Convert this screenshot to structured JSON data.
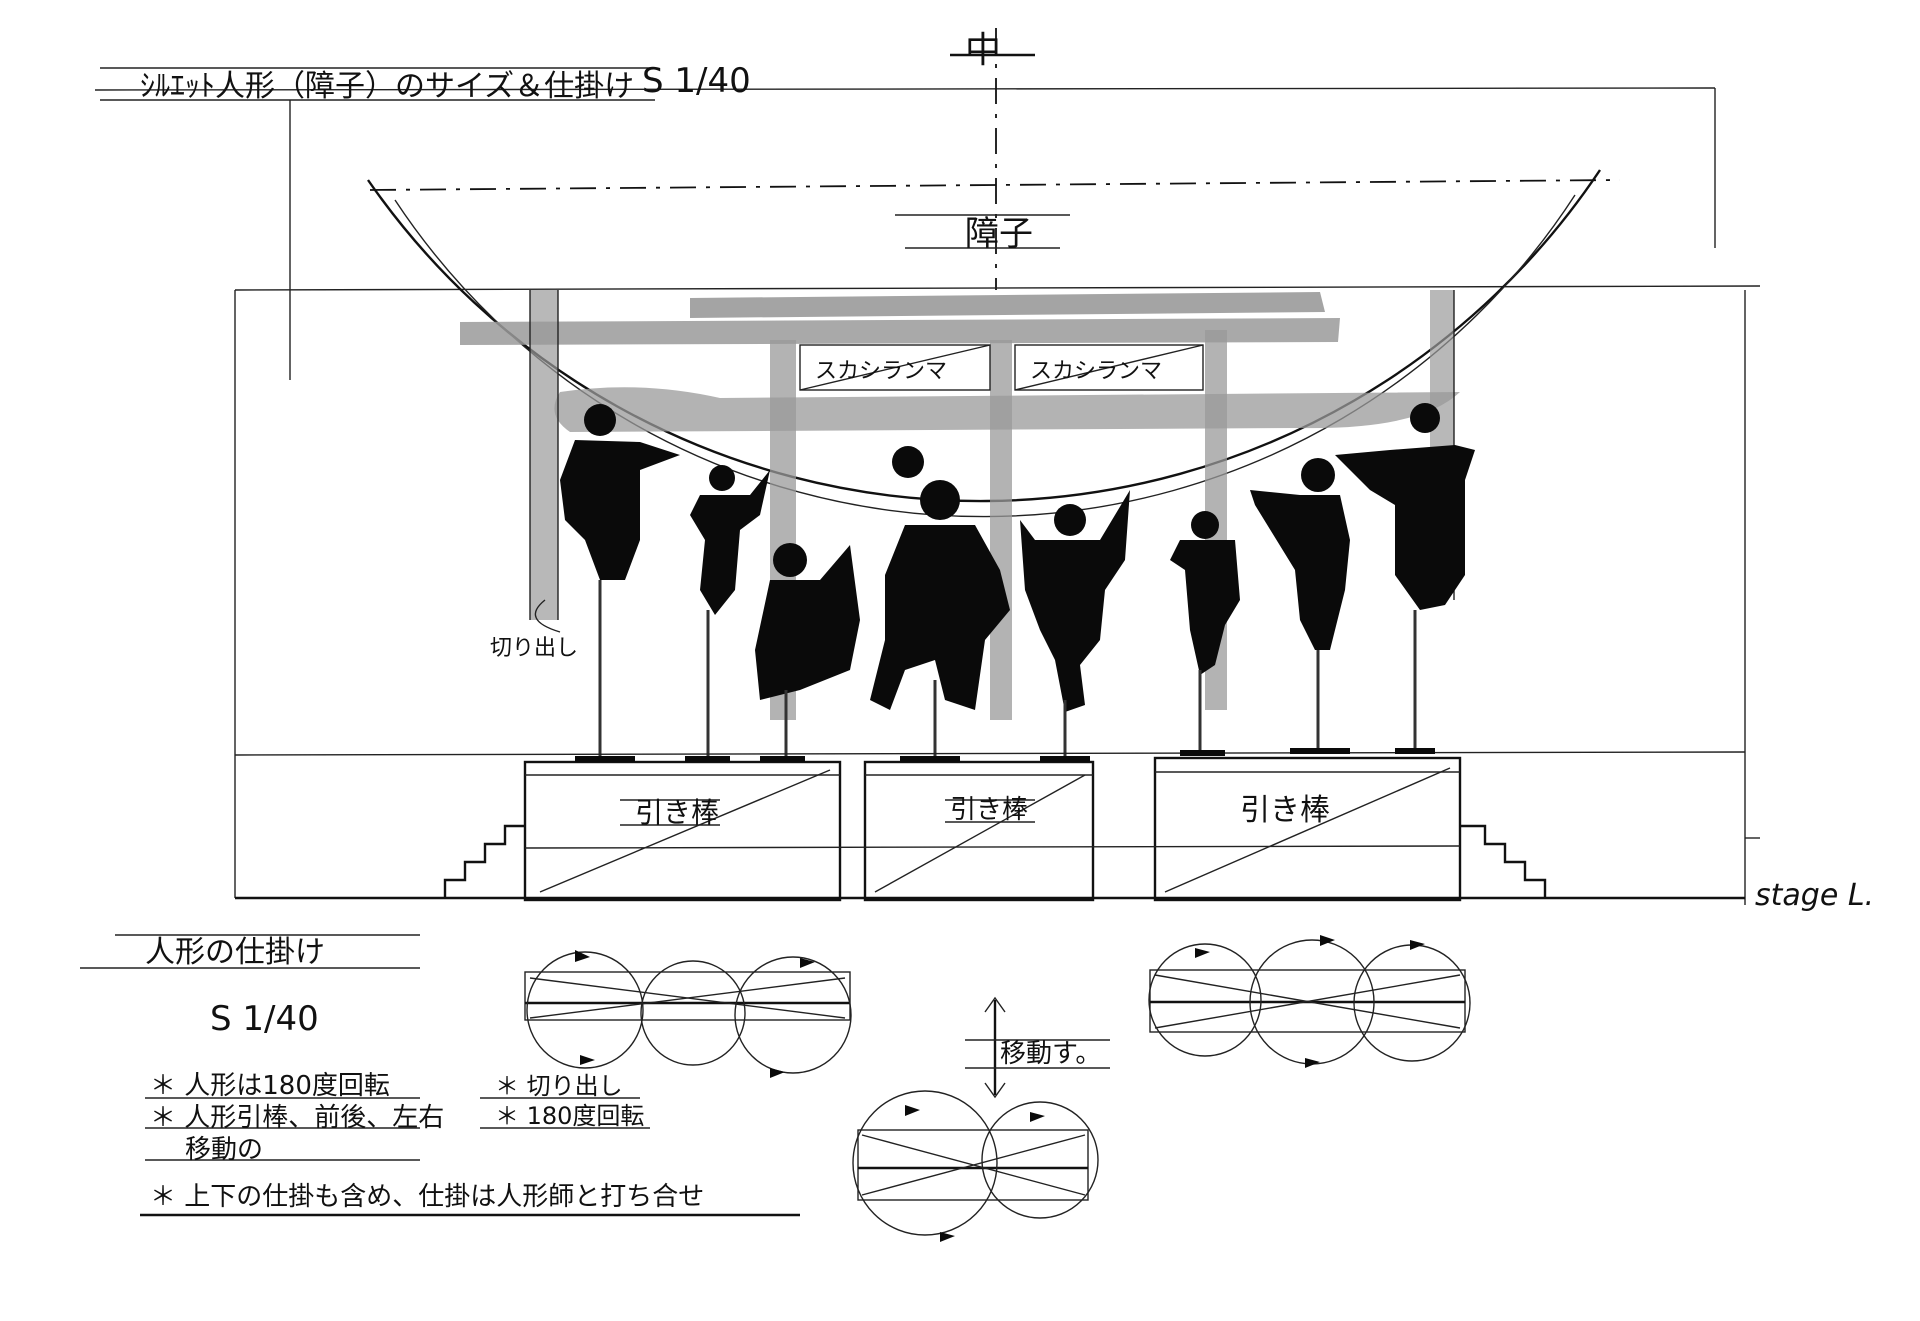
{
  "title": "ｼﾙｴｯﾄ人形（障子）のサイズ＆仕掛け",
  "title_scale": "S 1/40",
  "center_mark": "中",
  "screen_label": "障子",
  "window_labels": [
    "スカシランマ",
    "スカシランマ"
  ],
  "cutout_label": "切り出し",
  "box_labels": [
    "引き棒",
    "引き棒",
    "引き棒"
  ],
  "stage_label": "stage L.",
  "mech_title": "人形の仕掛け",
  "mech_scale": "S 1/40",
  "notes": [
    "＊ 人形は180度回転",
    "＊ 人形引棒、前後、左右",
    "移動の",
    "＊ 上下の仕掛も含め、仕掛は人形師と打ち合せ"
  ],
  "notes_right": [
    "＊ 切り出し",
    "＊ 180度回転"
  ],
  "move_label": "移動す。",
  "colors": {
    "ink": "#111111",
    "wash": "#9a9a9a",
    "paper": "#ffffff"
  }
}
